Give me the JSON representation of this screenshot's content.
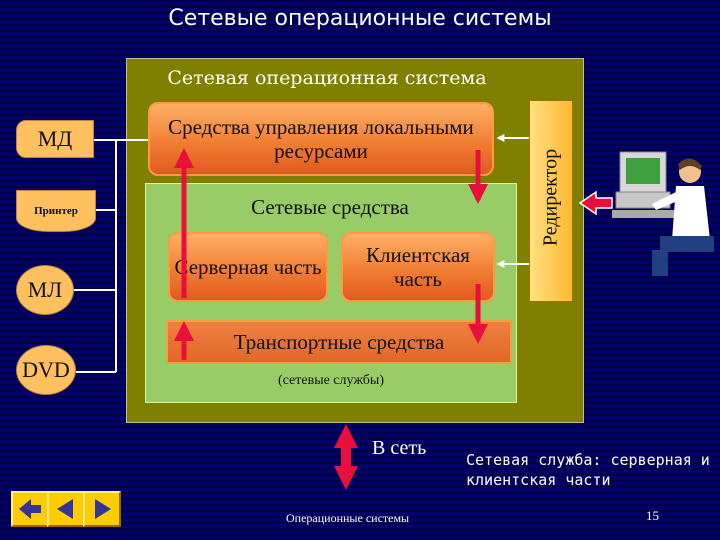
{
  "slide": {
    "title": "Сетевые операционные системы",
    "panel_title": "Сетевая операционная система",
    "mgmt_box": "Средства управления локальными ресурсами",
    "network_tools": "Сетевые средства",
    "server_part": "Серверная часть",
    "client_part": "Клиентская часть",
    "transport": "Транспортные средства",
    "services": "(сетевые службы)",
    "redirector": "Редиректор",
    "net_label": "В сеть",
    "note": "Сетевая служба: серверная и клиентская части",
    "footer": "Операционные системы",
    "page_number": "15"
  },
  "devices": {
    "md": "МД",
    "printer": "Принтер",
    "ml": "МЛ",
    "dvd": "DVD"
  },
  "nav": [
    "back-icon",
    "play-backward-icon",
    "play-forward-icon"
  ],
  "colors": {
    "background": "#000066",
    "panel": "#808000",
    "inner": "#99cc66",
    "orange": "#f07a30",
    "arrow": "#e8103a"
  }
}
